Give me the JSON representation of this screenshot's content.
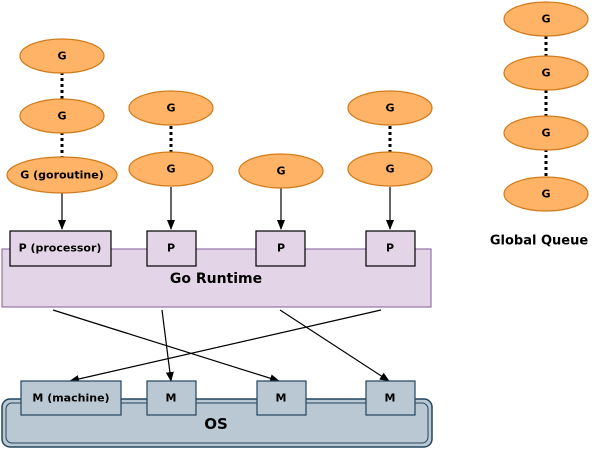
{
  "goroutine": {
    "short": "G",
    "long": "G (goroutine)"
  },
  "processor": {
    "short": "P",
    "long": "P (processor)"
  },
  "machine": {
    "short": "M",
    "long": "M (machine)"
  },
  "runtime_label": "Go Runtime",
  "os_label": "OS",
  "global_queue_label": "Global Queue",
  "colors": {
    "goroutine_fill": "#ffb366",
    "goroutine_stroke": "#d07a1a",
    "runtime_fill": "#e4d4e8",
    "runtime_stroke": "#9673a6",
    "os_fill": "#bac8d3",
    "os_stroke": "#23445d",
    "box_fill": "#e4d4e8",
    "m_fill": "#bac8d3"
  }
}
